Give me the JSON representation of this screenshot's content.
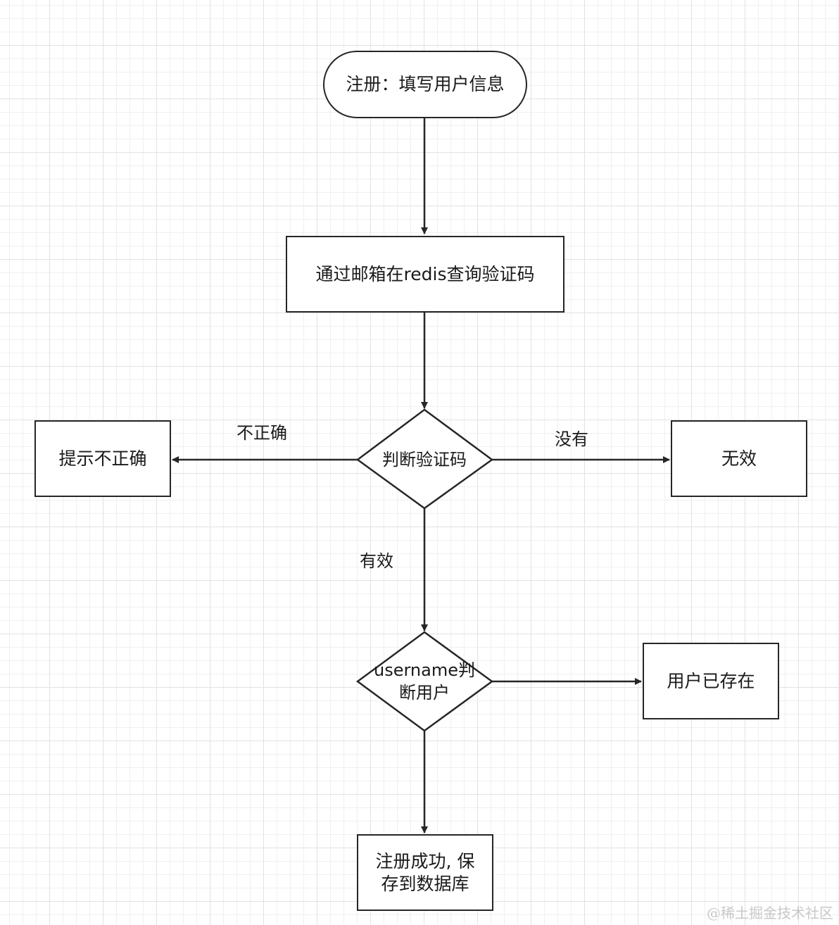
{
  "nodes": {
    "start": "注册：填写用户信息",
    "query_code": "通过邮箱在redis查询验证码",
    "check_code": "判断验证码",
    "incorrect": "提示不正确",
    "invalid": "无效",
    "check_user": "username判断用户",
    "user_exists": "用户已存在",
    "success": "注册成功, 保存到数据库"
  },
  "edge_labels": {
    "incorrect": "不正确",
    "none": "没有",
    "valid": "有效"
  },
  "watermark": "@稀土掘金技术社区"
}
